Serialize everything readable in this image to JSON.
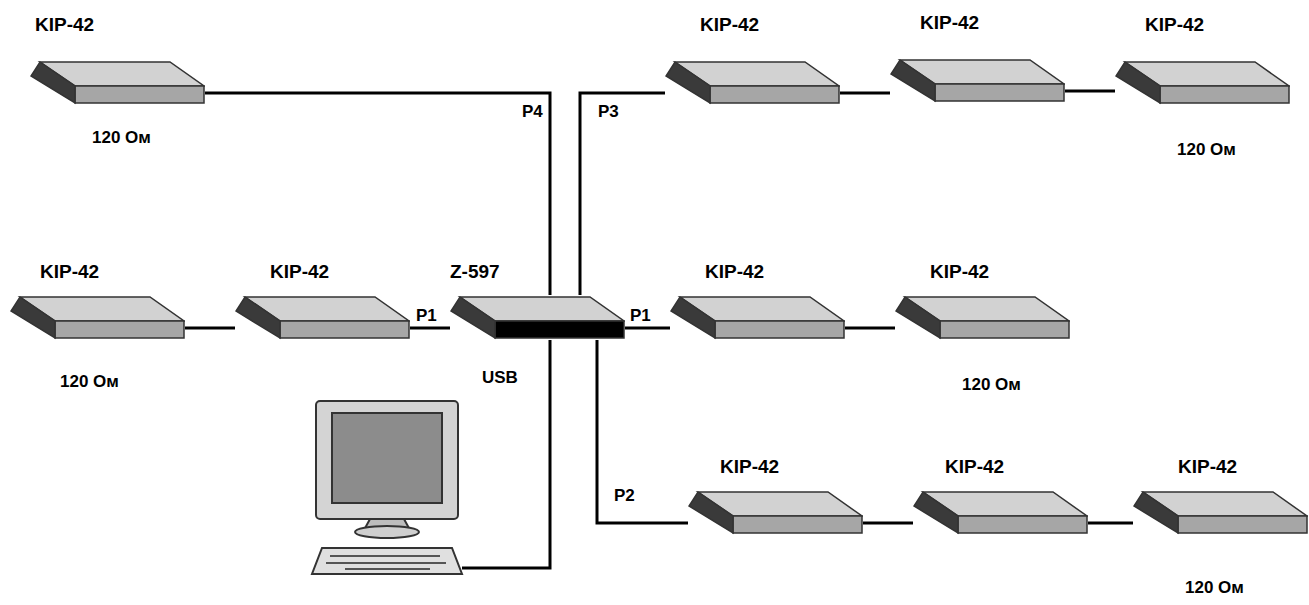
{
  "diagram": {
    "nodes": [
      {
        "text": [
          "KIP-42"
        ]
      },
      {
        "text": [
          "KIP-42"
        ]
      },
      {
        "text": [
          "KIP-42"
        ]
      },
      {
        "text": [
          "KIP-42"
        ]
      },
      {
        "text": [
          "KIP-42"
        ]
      },
      {
        "text": [
          "KIP-42"
        ]
      },
      {
        "text": [
          "Z-597"
        ]
      },
      {
        "text": [
          "KIP-42"
        ]
      },
      {
        "text": [
          "KIP-42"
        ]
      },
      {
        "text": [
          "KIP-42"
        ]
      },
      {
        "text": [
          "KIP-42"
        ]
      },
      {
        "text": [
          "KIP-42"
        ]
      }
    ],
    "edges": [
      {
        "from": 6,
        "to": 0,
        "arrow": "none",
        "label": "P4"
      },
      {
        "from": 6,
        "to": 1,
        "arrow": "none",
        "label": "P3"
      },
      {
        "from": 1,
        "to": 2,
        "arrow": "none"
      },
      {
        "from": 2,
        "to": 3,
        "arrow": "none"
      },
      {
        "from": 5,
        "to": 4,
        "arrow": "none"
      },
      {
        "from": 6,
        "to": 5,
        "arrow": "none",
        "label": "P1"
      },
      {
        "from": 6,
        "to": 7,
        "arrow": "none",
        "label": "P1"
      },
      {
        "from": 7,
        "to": 8,
        "arrow": "none"
      },
      {
        "from": 6,
        "to": 9,
        "arrow": "none",
        "label": "P2"
      },
      {
        "from": 9,
        "to": 10,
        "arrow": "none"
      },
      {
        "from": 10,
        "to": 11,
        "arrow": "none"
      }
    ],
    "labels": [
      "120 Ом",
      "120 Ом",
      "120 Ом",
      "USB",
      "120 Ом",
      "120 Ом"
    ]
  }
}
